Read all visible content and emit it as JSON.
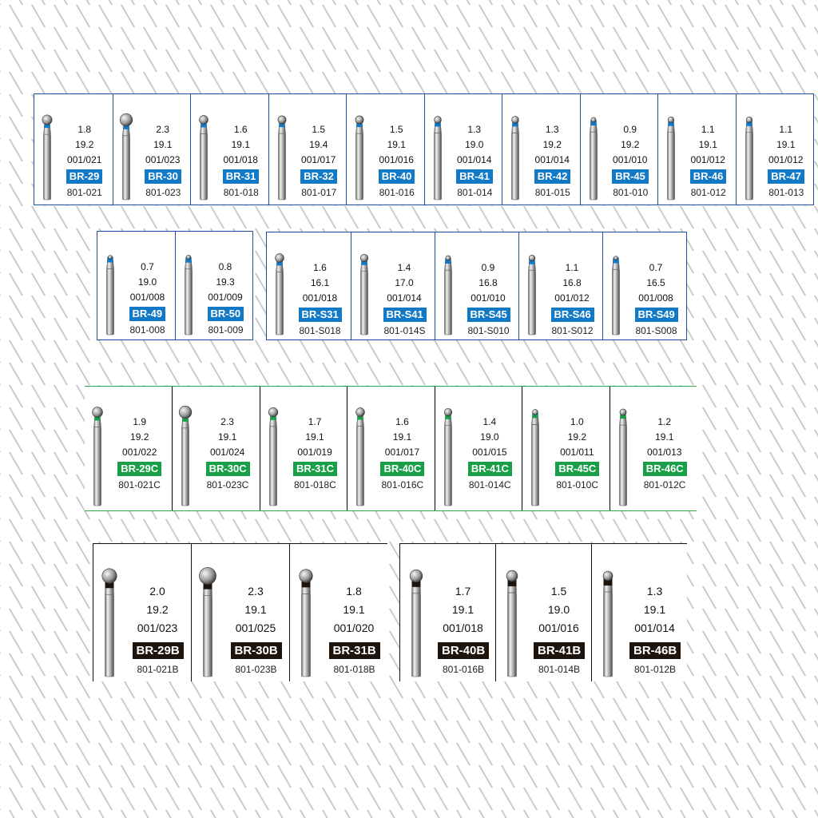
{
  "colors": {
    "blue": "#1279c7",
    "green": "#1a9f49",
    "black": "#1e140e"
  },
  "groups": [
    {
      "theme": "blue",
      "head": "ball",
      "items": [
        {
          "code": "BR-29",
          "diameter": "1.8",
          "length": "19.2",
          "ref": "001/021",
          "part": "801-021"
        },
        {
          "code": "BR-30",
          "diameter": "2.3",
          "length": "19.1",
          "ref": "001/023",
          "part": "801-023"
        },
        {
          "code": "BR-31",
          "diameter": "1.6",
          "length": "19.1",
          "ref": "001/018",
          "part": "801-018"
        },
        {
          "code": "BR-32",
          "diameter": "1.5",
          "length": "19.4",
          "ref": "001/017",
          "part": "801-017"
        },
        {
          "code": "BR-40",
          "diameter": "1.5",
          "length": "19.1",
          "ref": "001/016",
          "part": "801-016"
        },
        {
          "code": "BR-41",
          "diameter": "1.3",
          "length": "19.0",
          "ref": "001/014",
          "part": "801-014"
        },
        {
          "code": "BR-42",
          "diameter": "1.3",
          "length": "19.2",
          "ref": "001/014",
          "part": "801-015"
        },
        {
          "code": "BR-45",
          "diameter": "0.9",
          "length": "19.2",
          "ref": "001/010",
          "part": "801-010"
        },
        {
          "code": "BR-46",
          "diameter": "1.1",
          "length": "19.1",
          "ref": "001/012",
          "part": "801-012"
        },
        {
          "code": "BR-47",
          "diameter": "1.1",
          "length": "19.1",
          "ref": "001/012",
          "part": "801-013"
        }
      ]
    },
    {
      "theme": "blue",
      "head": "ball",
      "items": [
        {
          "code": "BR-49",
          "diameter": "0.7",
          "length": "19.0",
          "ref": "001/008",
          "part": "801-008"
        },
        {
          "code": "BR-50",
          "diameter": "0.8",
          "length": "19.3",
          "ref": "001/009",
          "part": "801-009"
        }
      ]
    },
    {
      "theme": "blue",
      "head": "ball",
      "items": [
        {
          "code": "BR-S31",
          "diameter": "1.6",
          "length": "16.1",
          "ref": "001/018",
          "part": "801-S018"
        },
        {
          "code": "BR-S41",
          "diameter": "1.4",
          "length": "17.0",
          "ref": "001/014",
          "part": "801-014S"
        },
        {
          "code": "BR-S45",
          "diameter": "0.9",
          "length": "16.8",
          "ref": "001/010",
          "part": "801-S010"
        },
        {
          "code": "BR-S46",
          "diameter": "1.1",
          "length": "16.8",
          "ref": "001/012",
          "part": "801-S012"
        },
        {
          "code": "BR-S49",
          "diameter": "0.7",
          "length": "16.5",
          "ref": "001/008",
          "part": "801-S008"
        }
      ]
    },
    {
      "theme": "green",
      "head": "ball",
      "items": [
        {
          "code": "BR-29C",
          "diameter": "1.9",
          "length": "19.2",
          "ref": "001/022",
          "part": "801-021C"
        },
        {
          "code": "BR-30C",
          "diameter": "2.3",
          "length": "19.1",
          "ref": "001/024",
          "part": "801-023C"
        },
        {
          "code": "BR-31C",
          "diameter": "1.7",
          "length": "19.1",
          "ref": "001/019",
          "part": "801-018C"
        },
        {
          "code": "BR-40C",
          "diameter": "1.6",
          "length": "19.1",
          "ref": "001/017",
          "part": "801-016C"
        },
        {
          "code": "BR-41C",
          "diameter": "1.4",
          "length": "19.0",
          "ref": "001/015",
          "part": "801-014C"
        },
        {
          "code": "BR-45C",
          "diameter": "1.0",
          "length": "19.2",
          "ref": "001/011",
          "part": "801-010C"
        },
        {
          "code": "BR-46C",
          "diameter": "1.2",
          "length": "19.1",
          "ref": "001/013",
          "part": "801-012C"
        }
      ]
    },
    {
      "theme": "black",
      "head": "ball",
      "items": [
        {
          "code": "BR-29B",
          "diameter": "2.0",
          "length": "19.2",
          "ref": "001/023",
          "part": "801-021B"
        },
        {
          "code": "BR-30B",
          "diameter": "2.3",
          "length": "19.1",
          "ref": "001/025",
          "part": "801-023B"
        },
        {
          "code": "BR-31B",
          "diameter": "1.8",
          "length": "19.1",
          "ref": "001/020",
          "part": "801-018B"
        }
      ]
    },
    {
      "theme": "black",
      "head": "ball",
      "items": [
        {
          "code": "BR-40B",
          "diameter": "1.7",
          "length": "19.1",
          "ref": "001/018",
          "part": "801-016B"
        },
        {
          "code": "BR-41B",
          "diameter": "1.5",
          "length": "19.0",
          "ref": "001/016",
          "part": "801-014B"
        },
        {
          "code": "BR-46B",
          "diameter": "1.3",
          "length": "19.1",
          "ref": "001/014",
          "part": "801-012B"
        }
      ]
    }
  ]
}
